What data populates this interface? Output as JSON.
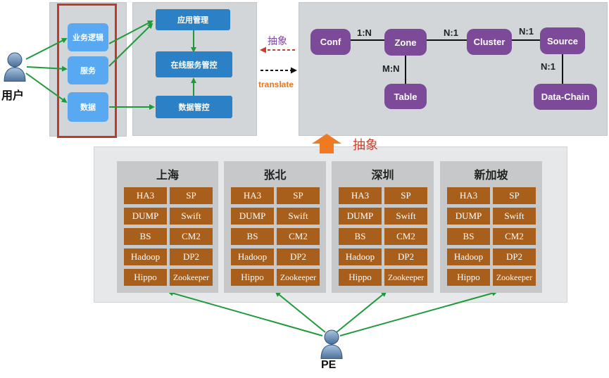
{
  "user": {
    "label": "用户"
  },
  "pe": {
    "label": "PE"
  },
  "left_panel": {
    "boxes": [
      "业务逻辑",
      "服务",
      "数据"
    ]
  },
  "mid_panel": {
    "boxes": [
      "应用管理",
      "在线服务管控",
      "数据管控"
    ]
  },
  "arrows": {
    "abstract_top": "抽象",
    "translate": "translate",
    "abstract_bottom": "抽象"
  },
  "model": {
    "nodes": [
      "Conf",
      "Zone",
      "Cluster",
      "Source",
      "Table",
      "Data-Chain"
    ],
    "relations": [
      "1:N",
      "N:1",
      "N:1",
      "M:N",
      "N:1"
    ]
  },
  "regions": [
    {
      "name": "上海",
      "cells": [
        "HA3",
        "SP",
        "DUMP",
        "Swift",
        "BS",
        "CM2",
        "Hadoop",
        "DP2",
        "Hippo",
        "Zookeeper"
      ]
    },
    {
      "name": "张北",
      "cells": [
        "HA3",
        "SP",
        "DUMP",
        "Swift",
        "BS",
        "CM2",
        "Hadoop",
        "DP2",
        "Hippo",
        "Zookeeper"
      ]
    },
    {
      "name": "深圳",
      "cells": [
        "HA3",
        "SP",
        "DUMP",
        "Swift",
        "BS",
        "CM2",
        "Hadoop",
        "DP2",
        "Hippo",
        "Zookeeper"
      ]
    },
    {
      "name": "新加坡",
      "cells": [
        "HA3",
        "SP",
        "DUMP",
        "Swift",
        "BS",
        "CM2",
        "Hadoop",
        "DP2",
        "Hippo",
        "Zookeeper"
      ]
    }
  ],
  "colors": {
    "arrow_green": "#1f9a3a",
    "abstract_red": "#c8402b",
    "abstract_purple": "#7c4a99",
    "translate_orange": "#e87722",
    "highlight_red": "#c0392b",
    "node_purple": "#7c4a99",
    "cell_brown": "#a85f1c"
  }
}
